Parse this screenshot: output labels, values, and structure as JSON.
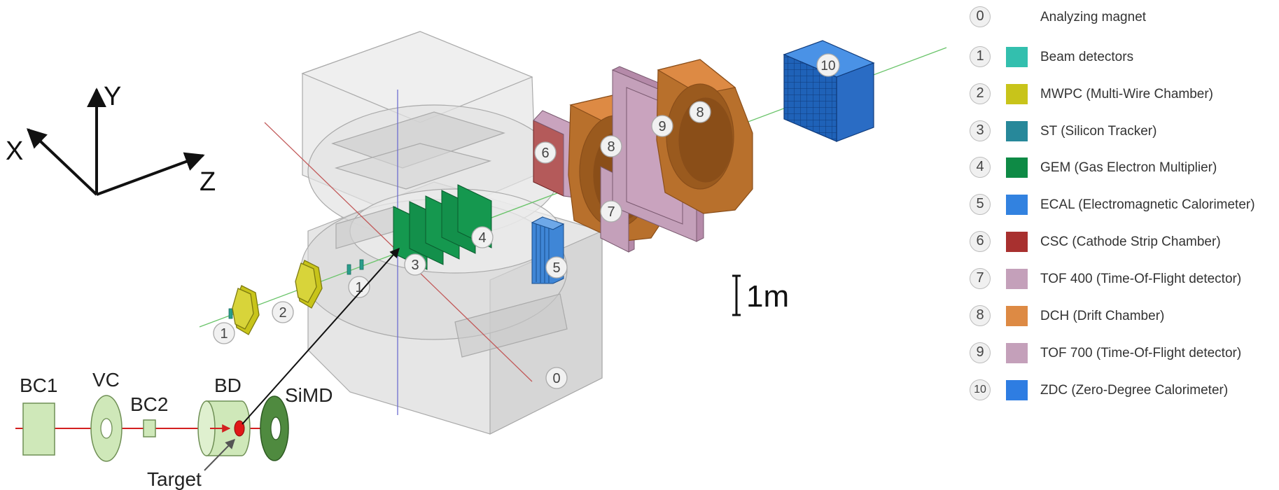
{
  "axes": {
    "x": "X",
    "y": "Y",
    "z": "Z"
  },
  "scale_label": "1m",
  "beamline": {
    "bc1": "BC1",
    "vc": "VC",
    "bc2": "BC2",
    "bd": "BD",
    "simd": "SiMD",
    "target": "Target"
  },
  "markers": {
    "m0": "0",
    "m1a": "1",
    "m1b": "1",
    "m2": "2",
    "m3": "3",
    "m4": "4",
    "m5": "5",
    "m6": "6",
    "m7": "7",
    "m8a": "8",
    "m8b": "8",
    "m9": "9",
    "m10": "10"
  },
  "legend": [
    {
      "num": "0",
      "label": "Analyzing magnet",
      "color": ""
    },
    {
      "num": "1",
      "label": "Beam detectors",
      "color": "#33bfae"
    },
    {
      "num": "2",
      "label": "MWPC (Multi-Wire Chamber)",
      "color": "#c8c41a"
    },
    {
      "num": "3",
      "label": "ST (Silicon Tracker)",
      "color": "#27889a"
    },
    {
      "num": "4",
      "label": "GEM (Gas Electron Multiplier)",
      "color": "#0e8a45"
    },
    {
      "num": "5",
      "label": "ECAL (Electromagnetic Calorimeter)",
      "color": "#3282e0"
    },
    {
      "num": "6",
      "label": "CSC (Cathode Strip Chamber)",
      "color": "#a8302f"
    },
    {
      "num": "7",
      "label": "TOF 400  (Time-Of-Flight detector)",
      "color": "#c4a0ba"
    },
    {
      "num": "8",
      "label": "DCH (Drift Chamber)",
      "color": "#dd8a44"
    },
    {
      "num": "9",
      "label": "TOF 700  (Time-Of-Flight detector)",
      "color": "#c4a0ba"
    },
    {
      "num": "10",
      "label": "ZDC (Zero-Degree Calorimeter)",
      "color": "#2e7de2"
    }
  ]
}
